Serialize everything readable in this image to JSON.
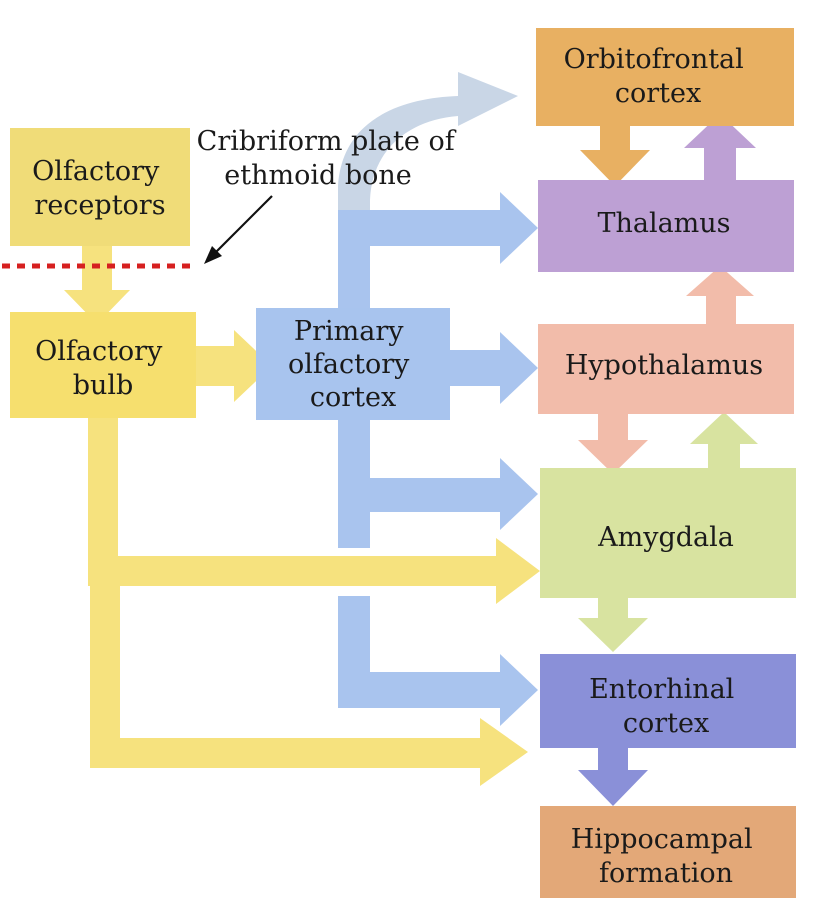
{
  "nodes": {
    "olfactory_receptors": {
      "lines": [
        "Olfactory",
        "receptors"
      ],
      "color": "#f0dc78"
    },
    "olfactory_bulb": {
      "lines": [
        "Olfactory",
        "bulb"
      ],
      "color": "#f6df6e"
    },
    "primary_olfactory_cortex": {
      "lines": [
        "Primary",
        "olfactory",
        "cortex"
      ],
      "color": "#a8c4ee"
    },
    "orbitofrontal_cortex": {
      "lines": [
        "Orbitofrontal",
        "cortex"
      ],
      "color": "#e8b062"
    },
    "thalamus": {
      "lines": [
        "Thalamus"
      ],
      "color": "#bda0d4"
    },
    "hypothalamus": {
      "lines": [
        "Hypothalamus"
      ],
      "color": "#f2bcaa"
    },
    "amygdala": {
      "lines": [
        "Amygdala"
      ],
      "color": "#d8e3a0"
    },
    "entorhinal_cortex": {
      "lines": [
        "Entorhinal",
        "cortex"
      ],
      "color": "#8a90d8"
    },
    "hippocampal_formation": {
      "lines": [
        "Hippocampal",
        "formation"
      ],
      "color": "#e3a878"
    }
  },
  "annotation": {
    "lines": [
      "Cribriform plate of",
      "ethmoid bone"
    ],
    "dashed_line_color": "#d62020"
  },
  "colors": {
    "yellow_path": "#f6e27e",
    "blue_path": "#a9c4ee",
    "gray_blue_path": "#c9d6e6",
    "orange_arrow": "#e8b062",
    "purple_arrow": "#bda0d4",
    "pink_arrow": "#f2bcaa",
    "green_arrow": "#d8e3a0",
    "indigo_arrow": "#8a90d8"
  }
}
